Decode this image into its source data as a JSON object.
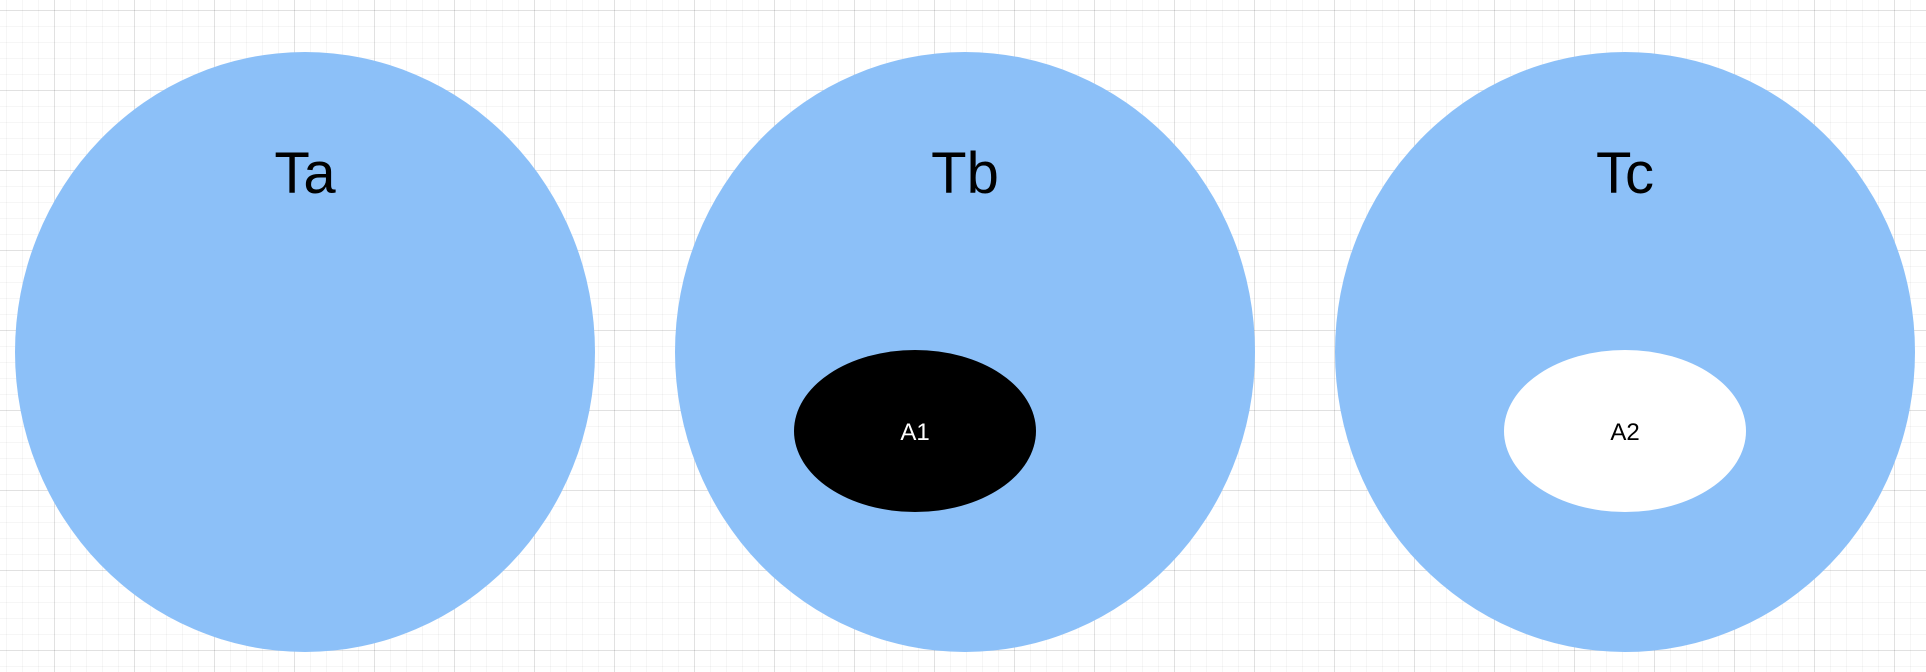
{
  "diagram": {
    "colors": {
      "circle_fill": "#8abff8",
      "a1_fill": "#000000",
      "a1_text": "#ffffff",
      "a2_fill": "#ffffff",
      "a2_text": "#000000"
    },
    "circles": [
      {
        "label": "Ta"
      },
      {
        "label": "Tb",
        "inner": {
          "label": "A1"
        }
      },
      {
        "label": "Tc",
        "inner": {
          "label": "A2"
        }
      }
    ]
  }
}
